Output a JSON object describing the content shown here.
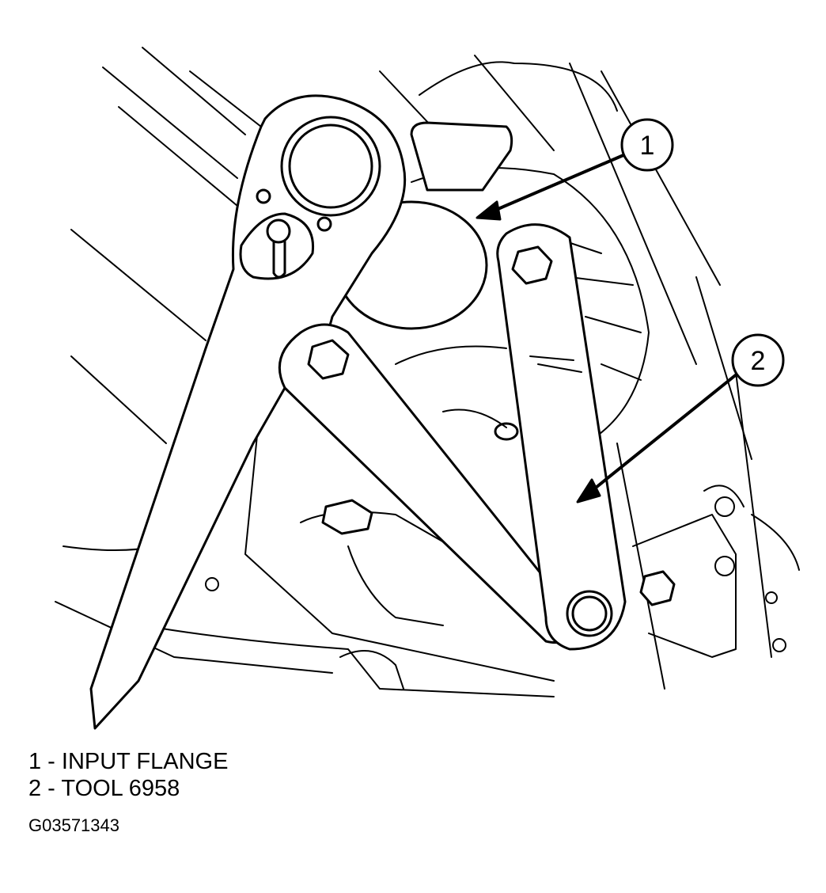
{
  "callouts": [
    {
      "number": "1",
      "label": "INPUT FLANGE"
    },
    {
      "number": "2",
      "label": "TOOL 6958"
    }
  ],
  "legend": [
    "1 - INPUT FLANGE",
    "2 - TOOL 6958"
  ],
  "figure_id": "G03571343",
  "colors": {
    "line": "#000000",
    "background": "#ffffff"
  }
}
